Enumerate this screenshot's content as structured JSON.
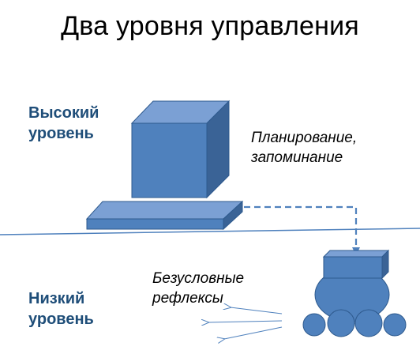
{
  "title": "Два уровня управления",
  "levels": {
    "high": {
      "line1": "Высокий",
      "line2": "уровень"
    },
    "low": {
      "line1": "Низкий",
      "line2": "уровень"
    }
  },
  "notes": {
    "planning_line1": "Планирование,",
    "planning_line2": "запоминание",
    "reflex_line1": "Безусловные",
    "reflex_line2": "рефлексы"
  },
  "colors": {
    "shape_fill": "#4f81bd",
    "shape_top": "#7ba0d4",
    "shape_side": "#3a6396",
    "shape_stroke": "#2e5a8e",
    "label_text": "#1f4e79",
    "divider": "#4f81bd",
    "arrow": "#4f81bd"
  }
}
